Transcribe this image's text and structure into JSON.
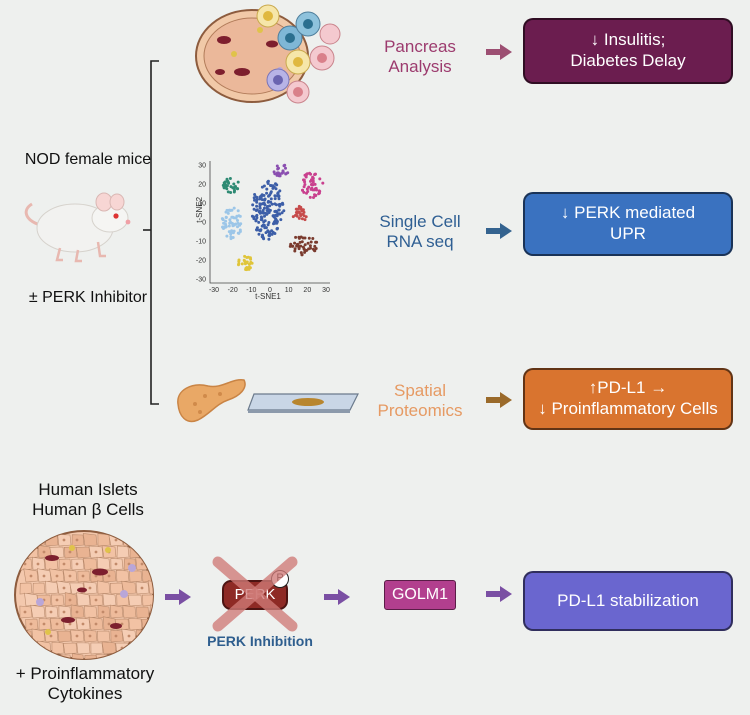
{
  "top": {
    "mice_label": "NOD female mice",
    "inhibitor_label": "± PERK Inhibitor",
    "rows": [
      {
        "label_lines": [
          "Pancreas",
          "Analysis"
        ],
        "label_color": "#9c3b6e",
        "arrow_color": "#9c4f72",
        "result_lines": [
          "↓ Insulitis;",
          "Diabetes Delay"
        ],
        "result_color": "#6b1d4f"
      },
      {
        "label_lines": [
          "Single Cell",
          "RNA seq"
        ],
        "label_color": "#2f5f93",
        "arrow_color": "#34638f",
        "result_lines": [
          "↓ PERK mediated",
          "UPR"
        ],
        "result_color": "#3a72c0"
      },
      {
        "label_lines": [
          "Spatial",
          "Proteomics"
        ],
        "label_color": "#e69a63",
        "arrow_color": "#9a6a2a",
        "result_lines": [
          "↑PD-L1  →",
          "↓ Proinflammatory Cells"
        ],
        "result_color": "#d9742f"
      }
    ],
    "tsne": {
      "y_axis_label": "t-SNE2",
      "x_axis_label": "t-SNE1",
      "y_ticks": [
        "30",
        "20",
        "10",
        "0",
        "-10",
        "-20",
        "-30"
      ],
      "x_ticks": [
        "-30",
        "-20",
        "-10",
        "0",
        "10",
        "20",
        "30"
      ]
    }
  },
  "bottom": {
    "title_lines": [
      "Human Islets",
      "Human β Cells"
    ],
    "cytokines_lines": [
      "+ Proinflammatory",
      "Cytokines"
    ],
    "perk_label": "PERK",
    "phospho_label": "P",
    "perk_inhibition_label": "PERK Inhibition",
    "golm1_label": "GOLM1",
    "result_label": "PD-L1 stabilization",
    "arrow_color": "#7a4fa3",
    "golm1_color": "#b23f8e",
    "result_color": "#6a66cf",
    "inhibition_text_color": "#2e5e8e"
  }
}
